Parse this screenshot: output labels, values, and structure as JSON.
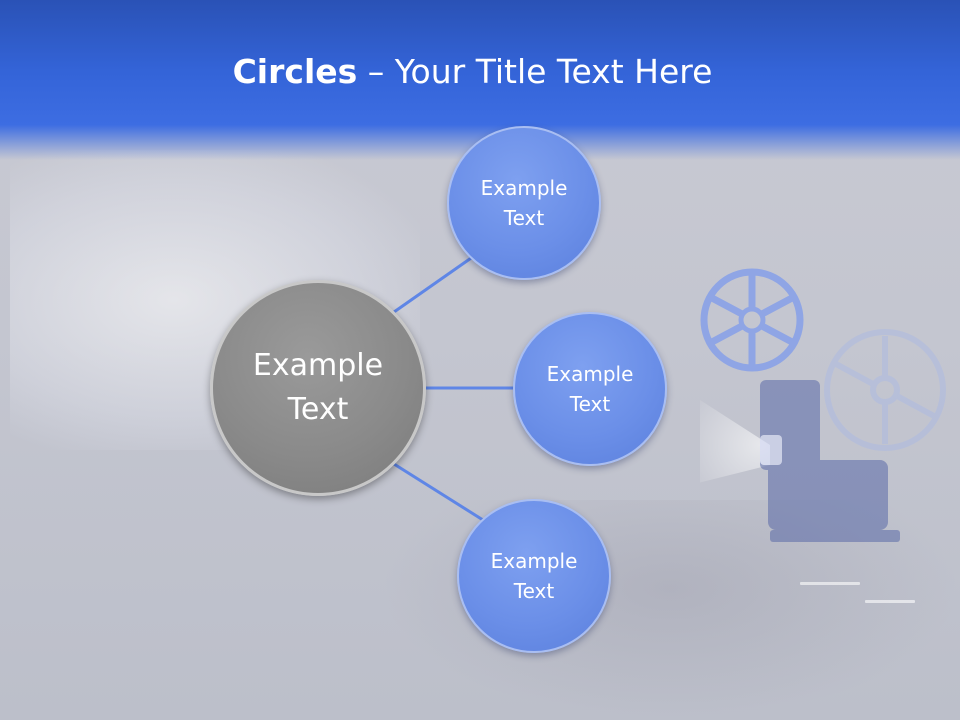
{
  "slide": {
    "title_bold": "Circles",
    "title_rest": " – Your Title Text Here",
    "center_circle": {
      "line1": "Example",
      "line2": "Text"
    },
    "outer_circles": [
      {
        "line1": "Example",
        "line2": "Text"
      },
      {
        "line1": "Example",
        "line2": "Text"
      },
      {
        "line1": "Example",
        "line2": "Text"
      }
    ]
  },
  "colors": {
    "header": "#3464d8",
    "center_circle": "#8a8a8a",
    "outer_circle": "#6b8fe8",
    "connector": "#5f86e6",
    "text": "#ffffff"
  },
  "background": {
    "image_subject": "film-projector-icon"
  }
}
